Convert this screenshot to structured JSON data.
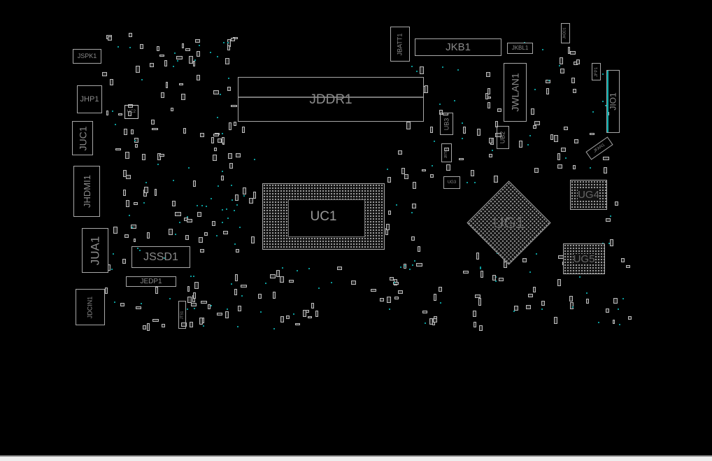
{
  "board": {
    "components": {
      "jspk1": "JSPK1",
      "jhp1": "JHP1",
      "uc2": "UC2",
      "juc1": "JUC1",
      "jhdmi1": "JHDMI1",
      "jua1": "JUA1",
      "jssd1": "JSSD1",
      "jedp1": "JEDP1",
      "jdcin1": "JDCIN1",
      "jts1": "JTS1",
      "jddr1": "JDDR1",
      "uc1": "UC1",
      "jbatt1": "JBATT1",
      "jkb1": "JKB1",
      "jkbl1": "JKBL1",
      "jhdd1": "JHDD1",
      "jfp1": "JFP1",
      "jio1": "JIO1",
      "jwlan1": "JWLAN1",
      "ub3": "UB3",
      "ub2": "UB2",
      "jrtc1": "JRTC1",
      "ug3": "UG3",
      "ug1": "UG1",
      "ug4": "UG4",
      "ug5": "UG5",
      "jfan1": "JFAN1"
    }
  },
  "colors": {
    "background": "#000000",
    "outline": "#a8a8a8",
    "via": "#0a9a9a",
    "label": "#8a8a8a"
  }
}
